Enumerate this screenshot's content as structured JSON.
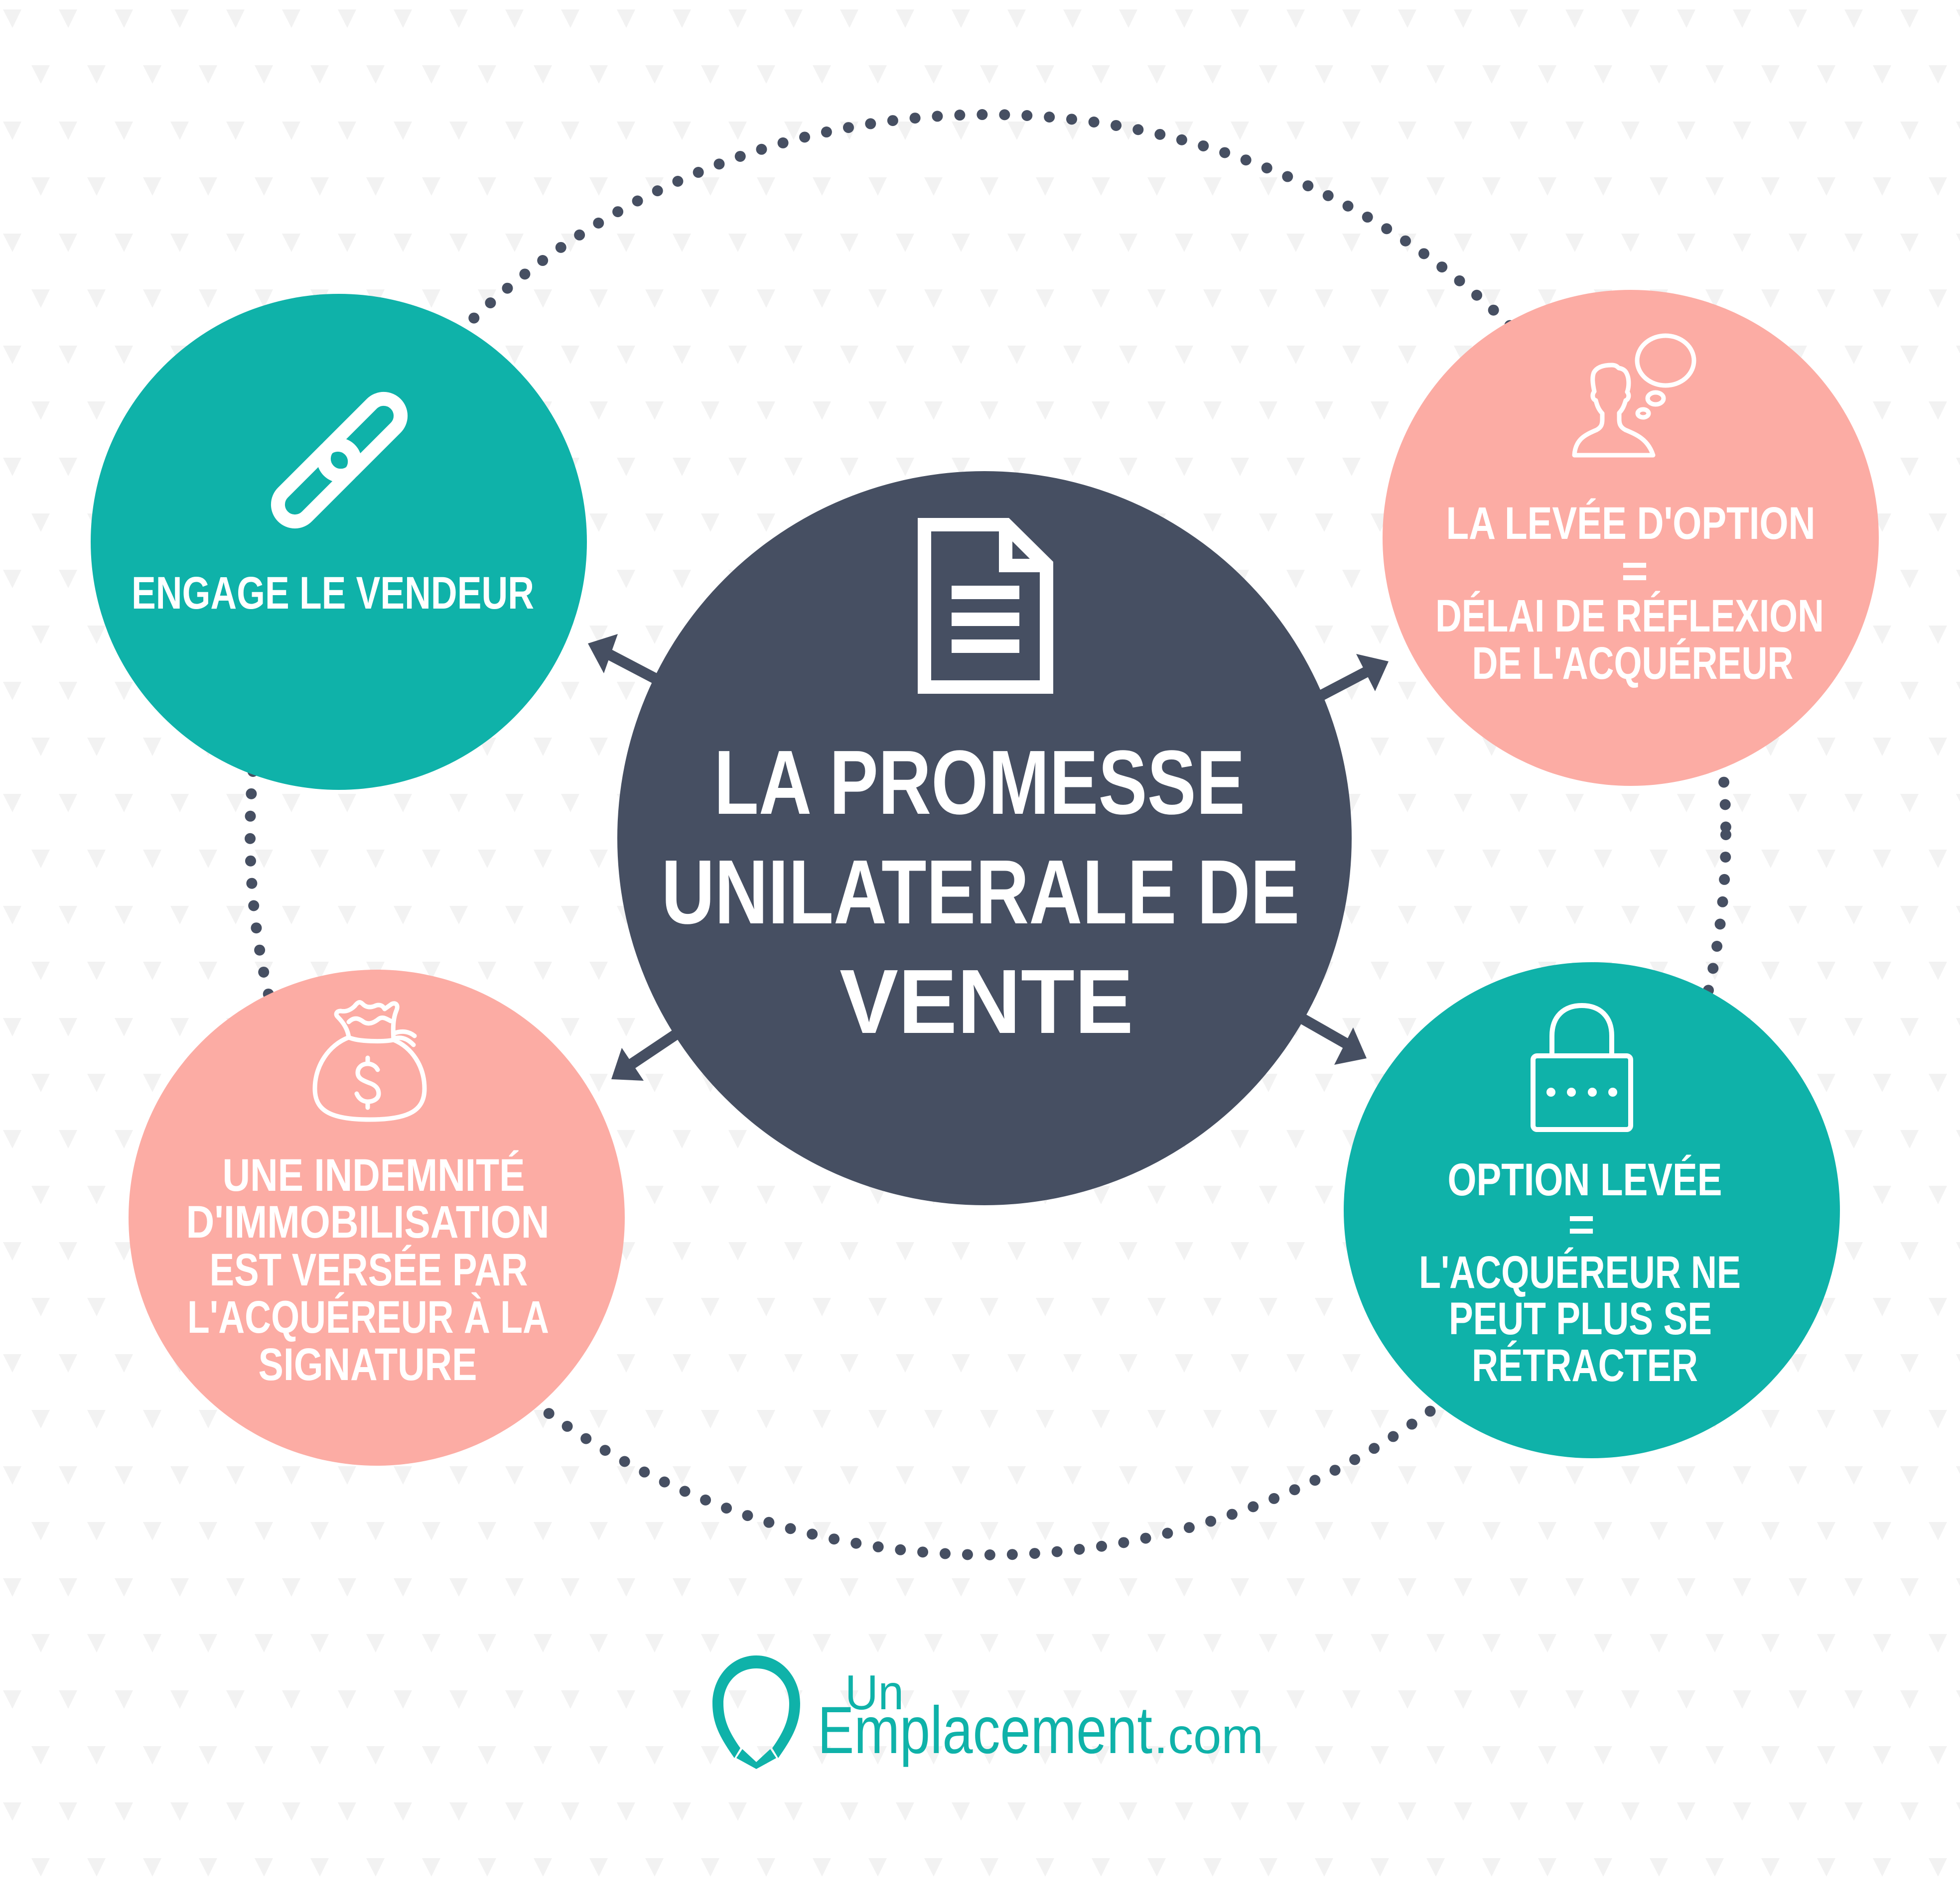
{
  "colors": {
    "background": "#ffffff",
    "pattern": "#f2f2f2",
    "navy": "#464f62",
    "teal": "#0fb2a9",
    "salmon": "#fcaca4",
    "white": "#ffffff"
  },
  "center": {
    "icon": "document-icon",
    "title_lines": [
      "LA PROMESSE",
      "UNILATERALE DE",
      "VENTE"
    ]
  },
  "nodes": [
    {
      "position": "top-left",
      "color": "teal",
      "icon": "chain-link-icon",
      "lines": [
        "ENGAGE LE VENDEUR"
      ]
    },
    {
      "position": "top-right",
      "color": "salmon",
      "icon": "person-thinking-icon",
      "lines": [
        "LA LEVÉE D'OPTION",
        "=",
        "DÉLAI DE RÉFLEXION",
        "DE L'ACQUÉREUR"
      ]
    },
    {
      "position": "bottom-left",
      "color": "salmon",
      "icon": "money-bag-icon",
      "lines": [
        "UNE INDEMNITÉ",
        "D'IMMOBILISATION",
        "EST VERSÉE PAR",
        "L'ACQUÉREUR À LA",
        "SIGNATURE"
      ]
    },
    {
      "position": "bottom-right",
      "color": "teal",
      "icon": "padlock-icon",
      "lines": [
        "OPTION LEVÉE",
        "=",
        "L'ACQUÉREUR NE",
        "PEUT PLUS SE",
        "RÉTRACTER"
      ]
    }
  ],
  "logo": {
    "icon": "map-pin-icon",
    "line1": "Un",
    "line2": "Emplacement",
    "suffix": ".com"
  }
}
